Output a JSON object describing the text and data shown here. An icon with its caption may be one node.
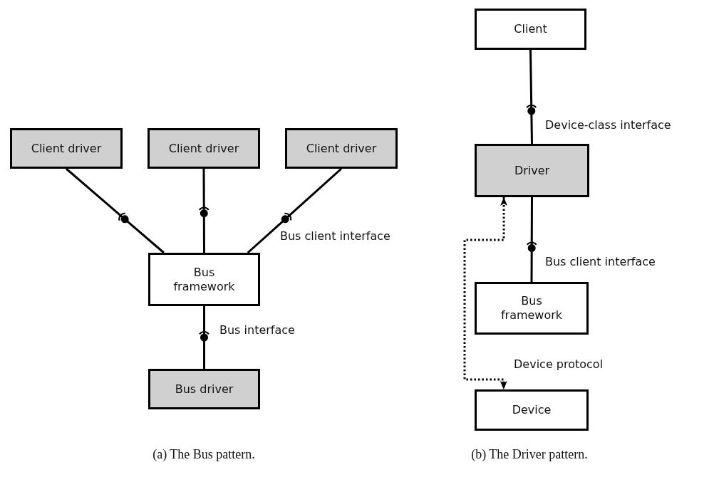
{
  "diagram": {
    "nodes": [
      {
        "text": [
          "Client driver"
        ]
      },
      {
        "text": [
          "Client driver"
        ]
      },
      {
        "text": [
          "Client driver"
        ]
      },
      {
        "text": [
          "Bus framework"
        ]
      },
      {
        "text": [
          "Bus driver"
        ]
      },
      {
        "text": [
          "Client"
        ]
      },
      {
        "text": [
          "Driver"
        ]
      },
      {
        "text": [
          "Bus framework"
        ]
      },
      {
        "text": [
          "Device"
        ]
      }
    ],
    "edges": [
      {
        "from": 0,
        "to": 3,
        "arrow": "none"
      },
      {
        "from": 1,
        "to": 3,
        "arrow": "none"
      },
      {
        "from": 2,
        "to": 3,
        "arrow": "none",
        "label": "Bus client interface"
      },
      {
        "from": 3,
        "to": 4,
        "arrow": "none",
        "label": "Bus interface"
      },
      {
        "from": 5,
        "to": 6,
        "arrow": "none",
        "label": "Device-class interface"
      },
      {
        "from": 6,
        "to": 7,
        "arrow": "none",
        "label": "Bus client interface"
      },
      {
        "from": 6,
        "to": 8,
        "arrow": "both",
        "style": "dashed",
        "label": "Device protocol"
      }
    ],
    "labels": [
      "(a) The Bus pattern.",
      "(b) The Driver pattern."
    ]
  }
}
